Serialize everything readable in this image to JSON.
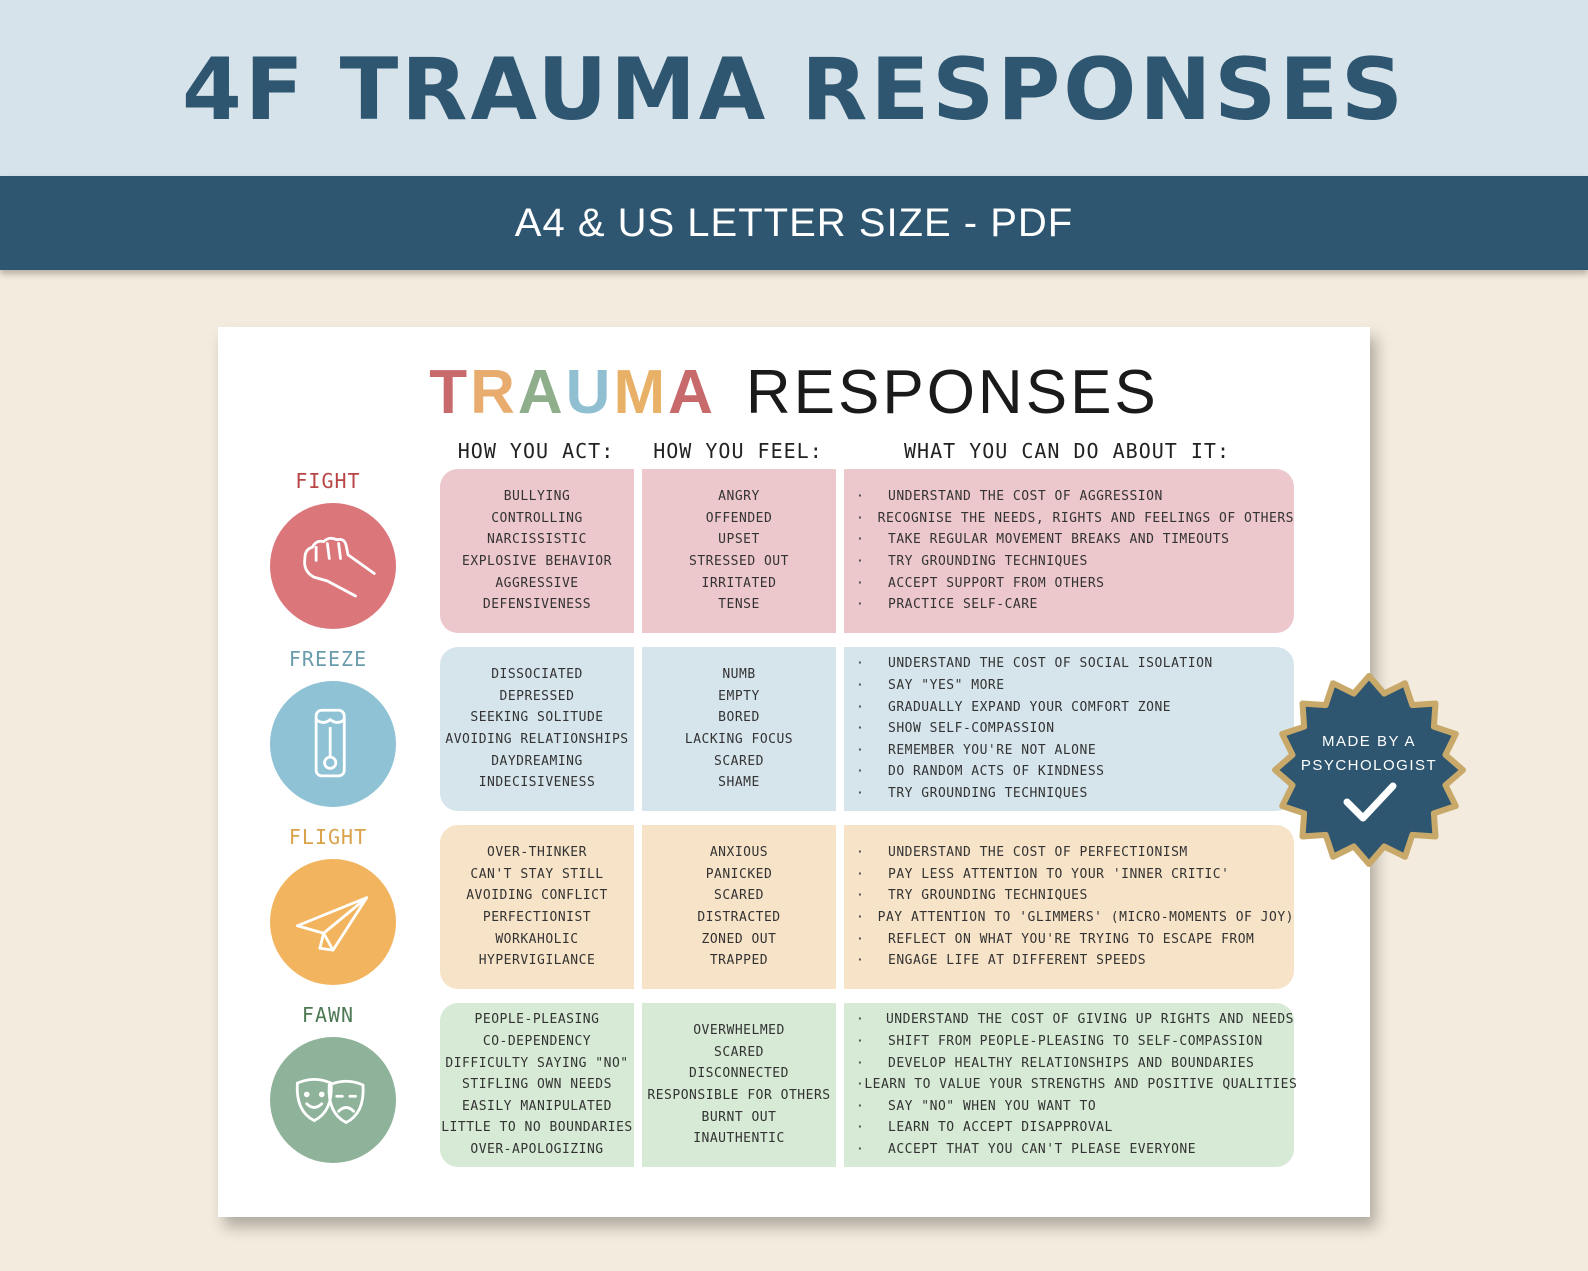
{
  "banner": {
    "title": "4F TRAUMA RESPONSES",
    "subtitle": "A4 & US LETTER SIZE - PDF"
  },
  "sheet": {
    "title_word1_letters": [
      "T",
      "R",
      "A",
      "U",
      "M",
      "A"
    ],
    "title_word2": "RESPONSES",
    "column_headers": [
      "HOW YOU ACT:",
      "HOW YOU FEEL:",
      "WHAT YOU CAN DO ABOUT IT:"
    ],
    "bullet": "·",
    "rows": [
      {
        "label": "FIGHT",
        "icon": "fist-icon",
        "act": [
          "BULLYING",
          "CONTROLLING",
          "NARCISSISTIC",
          "EXPLOSIVE BEHAVIOR",
          "AGGRESSIVE",
          "DEFENSIVENESS"
        ],
        "feel": [
          "ANGRY",
          "OFFENDED",
          "UPSET",
          "STRESSED OUT",
          "IRRITATED",
          "TENSE"
        ],
        "do": [
          "UNDERSTAND THE COST OF AGGRESSION",
          "RECOGNISE THE NEEDS, RIGHTS AND FEELINGS OF OTHERS",
          "TAKE REGULAR MOVEMENT BREAKS AND TIMEOUTS",
          "TRY GROUNDING TECHNIQUES",
          "ACCEPT SUPPORT FROM OTHERS",
          "PRACTICE SELF-CARE"
        ]
      },
      {
        "label": "FREEZE",
        "icon": "thermometer-icon",
        "act": [
          "DISSOCIATED",
          "DEPRESSED",
          "SEEKING SOLITUDE",
          "AVOIDING RELATIONSHIPS",
          "DAYDREAMING",
          "INDECISIVENESS"
        ],
        "feel": [
          "NUMB",
          "EMPTY",
          "BORED",
          "LACKING FOCUS",
          "SCARED",
          "SHAME"
        ],
        "do": [
          "UNDERSTAND THE COST OF SOCIAL ISOLATION",
          "SAY \"YES\" MORE",
          "GRADUALLY EXPAND YOUR COMFORT ZONE",
          "SHOW SELF-COMPASSION",
          "REMEMBER YOU'RE NOT ALONE",
          "DO RANDOM ACTS OF KINDNESS",
          "TRY GROUNDING TECHNIQUES"
        ]
      },
      {
        "label": "FLIGHT",
        "icon": "paper-plane-icon",
        "act": [
          "OVER-THINKER",
          "CAN'T STAY STILL",
          "AVOIDING CONFLICT",
          "PERFECTIONIST",
          "WORKAHOLIC",
          "HYPERVIGILANCE"
        ],
        "feel": [
          "ANXIOUS",
          "PANICKED",
          "SCARED",
          "DISTRACTED",
          "ZONED OUT",
          "TRAPPED"
        ],
        "do": [
          "UNDERSTAND THE COST OF PERFECTIONISM",
          "PAY LESS ATTENTION TO YOUR 'INNER CRITIC'",
          "TRY GROUNDING TECHNIQUES",
          "PAY ATTENTION TO 'GLIMMERS' (MICRO-MOMENTS OF JOY)",
          "REFLECT ON WHAT YOU'RE TRYING TO ESCAPE FROM",
          "ENGAGE LIFE AT DIFFERENT SPEEDS"
        ]
      },
      {
        "label": "FAWN",
        "icon": "theater-masks-icon",
        "act": [
          "PEOPLE-PLEASING",
          "CO-DEPENDENCY",
          "DIFFICULTY SAYING \"NO\"",
          "STIFLING OWN NEEDS",
          "EASILY MANIPULATED",
          "LITTLE TO NO BOUNDARIES",
          "OVER-APOLOGIZING"
        ],
        "feel": [
          "OVERWHELMED",
          "SCARED",
          "DISCONNECTED",
          "RESPONSIBLE FOR OTHERS",
          "BURNT OUT",
          "INAUTHENTIC"
        ],
        "do": [
          "UNDERSTAND THE COST OF GIVING UP RIGHTS AND NEEDS",
          "SHIFT FROM PEOPLE-PLEASING TO SELF-COMPASSION",
          "DEVELOP HEALTHY RELATIONSHIPS AND BOUNDARIES",
          "LEARN TO VALUE YOUR STRENGTHS AND POSITIVE QUALITIES",
          "SAY \"NO\" WHEN YOU WANT TO",
          "LEARN TO ACCEPT DISAPPROVAL",
          "ACCEPT THAT YOU CAN'T PLEASE EVERYONE"
        ]
      }
    ]
  },
  "badge": {
    "line1": "MADE BY A",
    "line2": "PSYCHOLOGIST",
    "icon": "checkmark-icon"
  },
  "colors": {
    "banner_dark": "#2e5670",
    "banner_light": "#d7e3ea",
    "background": "#f3ebdd",
    "title_letters": [
      "#c8696c",
      "#e8ac6e",
      "#8fae8c",
      "#8fbfd1",
      "#e9b168",
      "#c8696c"
    ],
    "fight_label": "#b94545",
    "freeze_label": "#6a9cad",
    "flight_label": "#d9a24a",
    "fawn_label": "#4d7a55",
    "fight_cell": "#ecc7cc",
    "freeze_cell": "#d6e5ec",
    "flight_cell": "#f7e3c8",
    "fawn_cell": "#d6ead5",
    "fight_circle": "#db777b",
    "freeze_circle": "#8ec2d4",
    "flight_circle": "#f2b45e",
    "fawn_circle": "#8fb39a",
    "badge_fill": "#2e5670",
    "badge_border": "#c8a96a"
  }
}
